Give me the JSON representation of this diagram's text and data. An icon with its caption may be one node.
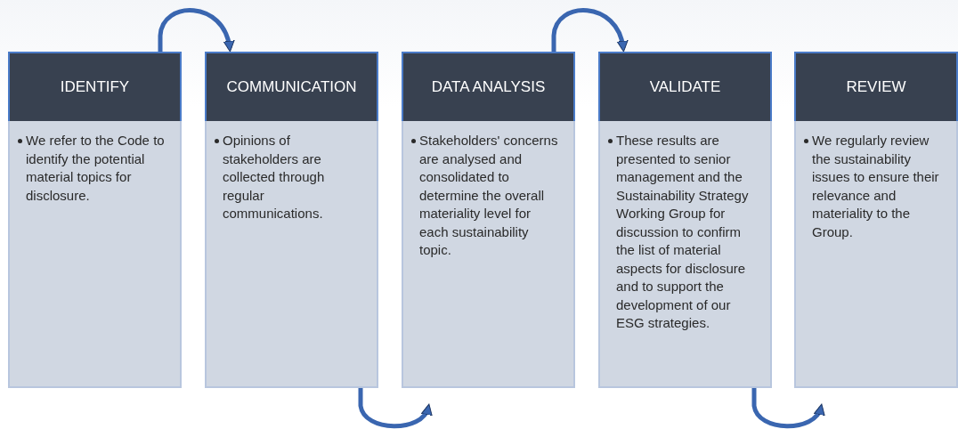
{
  "diagram": {
    "nodes": [
      {
        "text": [
          "IDENTIFY",
          "We refer to the Code to identify the potential material topics for disclosure."
        ]
      },
      {
        "text": [
          "COMMUNICATION",
          "Opinions of stakeholders are collected through regular communications."
        ]
      },
      {
        "text": [
          "DATA ANALYSIS",
          "Stakeholders' concerns are analysed and consolidated to determine the overall materiality level for each sustainability topic."
        ]
      },
      {
        "text": [
          "VALIDATE",
          "These results are presented to senior management and the Sustainability Strategy Working Group for discussion to confirm the list of material aspects for disclosure and to support the development of our ESG strategies."
        ]
      },
      {
        "text": [
          "REVIEW",
          "We regularly review the sustainability issues to ensure their relevance and materiality to the Group."
        ]
      }
    ],
    "edges": [
      {
        "from": 0,
        "to": 1,
        "arrow": "to"
      },
      {
        "from": 1,
        "to": 2,
        "arrow": "to"
      },
      {
        "from": 2,
        "to": 3,
        "arrow": "to"
      },
      {
        "from": 3,
        "to": 4,
        "arrow": "to"
      }
    ]
  }
}
